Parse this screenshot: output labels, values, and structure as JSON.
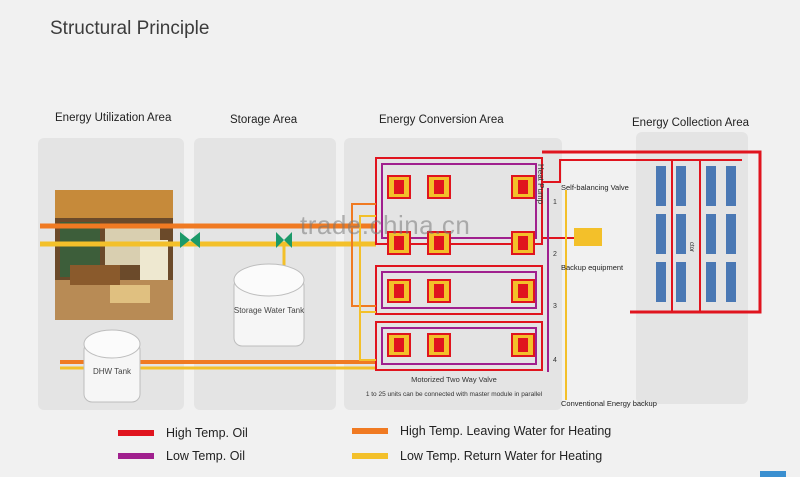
{
  "title": "Structural Principle",
  "areas": {
    "utilization": "Energy Utilization Area",
    "storage": "Storage Area",
    "conversion": "Energy Conversion Area",
    "collection": "Energy Collection Area"
  },
  "labels": {
    "heat_pump": "Heat Pump",
    "self_balancing_valve": "Self-balancing Valve",
    "backup_equipment": "Backup equipment",
    "storage_water_tank": "Storage Water Tank",
    "dhw_tank": "DHW Tank",
    "motorized_valve": "Motorized Two Way Valve",
    "units_note": "1 to 25 units can be connected with master module in parallel",
    "conventional_backup": "Conventional Energy backup",
    "collector": "ctor",
    "module_numbers": [
      "1",
      "2",
      "3",
      "4"
    ]
  },
  "legend": [
    {
      "label": "High Temp. Oil",
      "color": "#e0141e"
    },
    {
      "label": "Low Temp. Oil",
      "color": "#a0208e"
    },
    {
      "label": "High Temp. Leaving Water for Heating",
      "color": "#f07a22"
    },
    {
      "label": "Low Temp. Return Water for Heating",
      "color": "#f3c02a"
    }
  ],
  "watermark": "trade.china.cn",
  "colors": {
    "high_temp_oil": "#e0141e",
    "low_temp_oil": "#a0208e",
    "leaving_water": "#f07a22",
    "return_water": "#f3c02a",
    "panel": "#e4e4e4"
  }
}
